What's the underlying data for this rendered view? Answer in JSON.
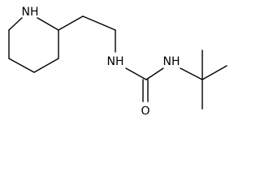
{
  "molecule": {
    "atoms": {
      "ring_nh": "NH",
      "urea_nh_left": "NH",
      "urea_nh_right": "NH",
      "carbonyl_o": "O"
    }
  },
  "colors": {
    "bond": "#000000",
    "label": "#000000",
    "background": "#ffffff"
  }
}
